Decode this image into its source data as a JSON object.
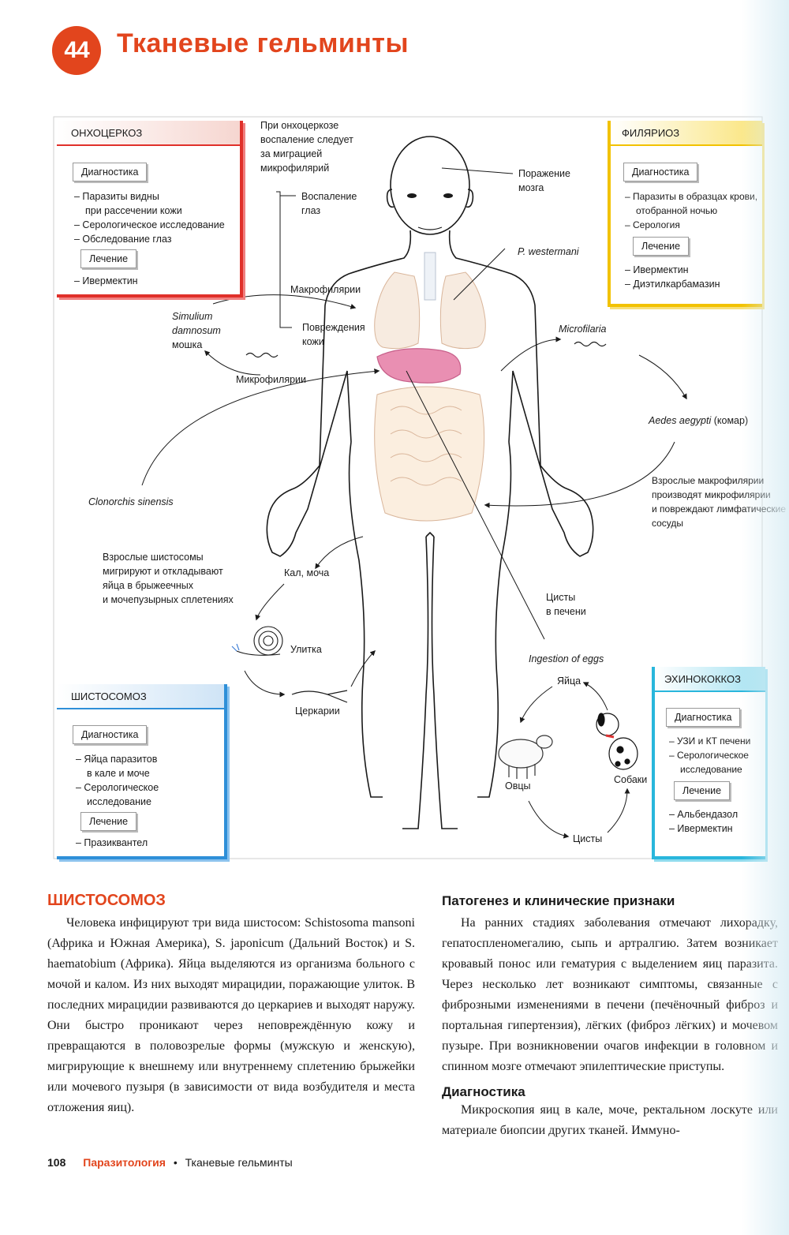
{
  "header": {
    "chapter_number": "44",
    "chapter_title": "Тканевые гельминты"
  },
  "diagram": {
    "onchocerciasis": {
      "title": "ОНХОЦЕРКОЗ",
      "diag_label": "Диагностика",
      "diag_items": [
        "– Паразиты видны",
        "при рассечении кожи",
        "– Серологическое исследование",
        "– Обследование глаз"
      ],
      "treat_label": "Лечение",
      "treat_items": [
        "– Ивермектин"
      ]
    },
    "filariasis": {
      "title": "ФИЛЯРИОЗ",
      "diag_label": "Диагностика",
      "diag_items": [
        "– Паразиты в образцах крови,",
        "отобранной ночью",
        "– Серология"
      ],
      "treat_label": "Лечение",
      "treat_items": [
        "– Ивермектин",
        "– Диэтилкарбамазин"
      ]
    },
    "schistosomiasis": {
      "title": "ШИСТОСОМОЗ",
      "diag_label": "Диагностика",
      "diag_items": [
        "– Яйца паразитов",
        "в кале и моче",
        "– Серологическое",
        "исследование"
      ],
      "treat_label": "Лечение",
      "treat_items": [
        "– Празиквантел"
      ]
    },
    "echinococcus": {
      "title": "ЭХИНОКОККОЗ",
      "diag_label": "Диагностика",
      "diag_items": [
        "– УЗИ и КТ печени",
        "– Серологическое",
        "исследование"
      ],
      "treat_label": "Лечение",
      "treat_items": [
        "– Альбендазол",
        "– Ивермектин"
      ]
    },
    "labels": {
      "oncho_note": [
        "При онхоцеркозе",
        "воспаление следует",
        "за миграцией",
        "микрофилярий"
      ],
      "eye_inflammation": [
        "Воспаление",
        "глаз"
      ],
      "brain_damage": [
        "Поражение",
        "мозга"
      ],
      "p_westermani": "P. westermani",
      "macrofilariae": "Макрофилярии",
      "skin_damage": [
        "Повреждения",
        "кожи"
      ],
      "simulium_1": "Simulium",
      "simulium_2": "damnosum",
      "simulium_3": "мошка",
      "microfilariae": "Микрофилярии",
      "microfilaria": "Microfilaria",
      "aedes": "Aedes aegypti",
      "aedes_ru": "(комар)",
      "adult_macro": [
        "Взрослые макрофилярии",
        "производят микрофилярии",
        "и повреждают лимфатические",
        "сосуды"
      ],
      "clonorchis": "Clonorchis sinensis",
      "adult_schisto": [
        "Взрослые шистосомы",
        "мигрируют и откладывают",
        "яйца в брыжеечных",
        "и мочепузырных сплетениях"
      ],
      "feces_urine": "Кал, моча",
      "liver_cysts": [
        "Цисты",
        "в печени"
      ],
      "snail": "Улитка",
      "cercariae": "Церкарии",
      "ingestion": "Ingestion of eggs",
      "eggs": "Яйца",
      "sheep": "Овцы",
      "dogs": "Собаки",
      "cysts": "Цисты"
    }
  },
  "schisto_section": {
    "title": "ШИСТОСОМОЗ",
    "text": "Человека инфицируют три вида шистосом: Schistosoma mansoni (Африка и Южная Америка), S. japonicum (Дальний Восток) и S. haematobium (Африка). Яйца выделяются из организма больного с мочой и калом. Из них выходят мирацидии, поражающие улиток. В последних мирацидии развиваются до церкариев и выходят наружу. Они быстро проникают через неповреждённую кожу и превращаются в половозрелые формы (мужскую и женскую), мигрирующие к внешнему или внутреннему сплетению брыжейки или мочевого пузыря (в зависимости от вида возбудителя и места отложения яиц)."
  },
  "patho_section": {
    "title": "Патогенез и клинические признаки",
    "text": "На ранних стадиях заболевания отмечают лихорадку, гепатоспленомегалию, сыпь и артралгию. Затем возникает кровавый понос или гематурия с выделением яиц паразита. Через несколько лет возникают симптомы, связанные с фиброзными изменениями в печени (печёночный фиброз и портальная гипертензия), лёгких (фиброз лёгких) и мочевом пузыре. При возникновении очагов инфекции в головном и спинном мозге отмечают эпилептические приступы."
  },
  "diag_section": {
    "title": "Диагностика",
    "text": "Микроскопия яиц в кале, моче, ректальном лоскуте или материале биопсии других тканей. Иммуно-"
  },
  "footer": {
    "page": "108",
    "section": "Паразитология",
    "bullet": "•",
    "chapter": "Тканевые гельминты"
  },
  "colors": {
    "accent": "#e2451d",
    "red_box": "#e0302a",
    "yellow_box": "#f2c200",
    "blue_box": "#2e8fd8",
    "cyan_box": "#29b6dc",
    "liver": "#e98fb2"
  }
}
